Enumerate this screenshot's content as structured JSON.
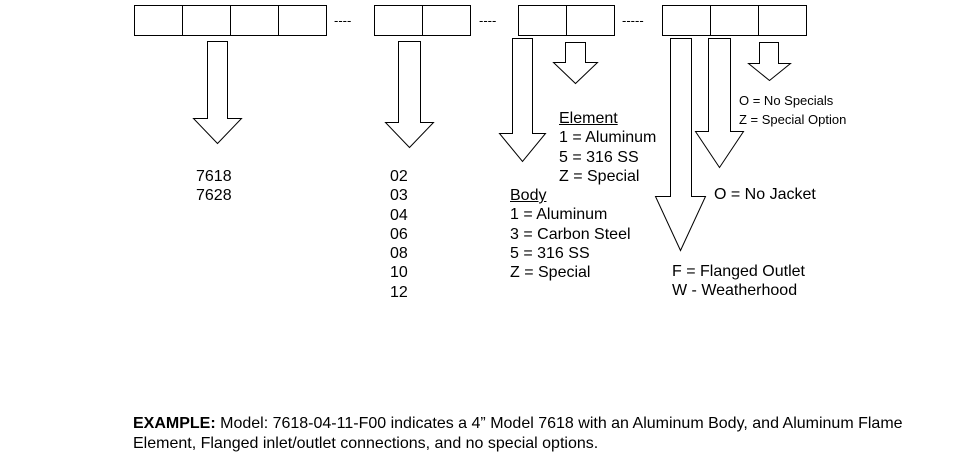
{
  "separators": [
    "----",
    "----",
    "-----"
  ],
  "series": {
    "values": [
      "7618",
      "7628"
    ]
  },
  "size": {
    "values": [
      "02",
      "03",
      "04",
      "06",
      "08",
      "10",
      "12"
    ]
  },
  "element": {
    "heading": "Element",
    "options": [
      "1 = Aluminum",
      "5 = 316 SS",
      "Z = Special"
    ]
  },
  "body": {
    "heading": "Body",
    "options": [
      "1 = Aluminum",
      "3 = Carbon Steel",
      "5 = 316 SS",
      "Z = Special"
    ]
  },
  "specials": {
    "options": [
      "O = No Specials",
      "Z = Special Option"
    ]
  },
  "jacket": {
    "option": "O = No Jacket"
  },
  "outlet": {
    "options": [
      "F = Flanged Outlet",
      "W - Weatherhood"
    ]
  },
  "example": {
    "label": "EXAMPLE:",
    "text": " Model: 7618-04-11-F00 indicates a 4” Model 7618 with an Aluminum Body, and Aluminum Flame Element, Flanged inlet/outlet connections, and no special options."
  }
}
